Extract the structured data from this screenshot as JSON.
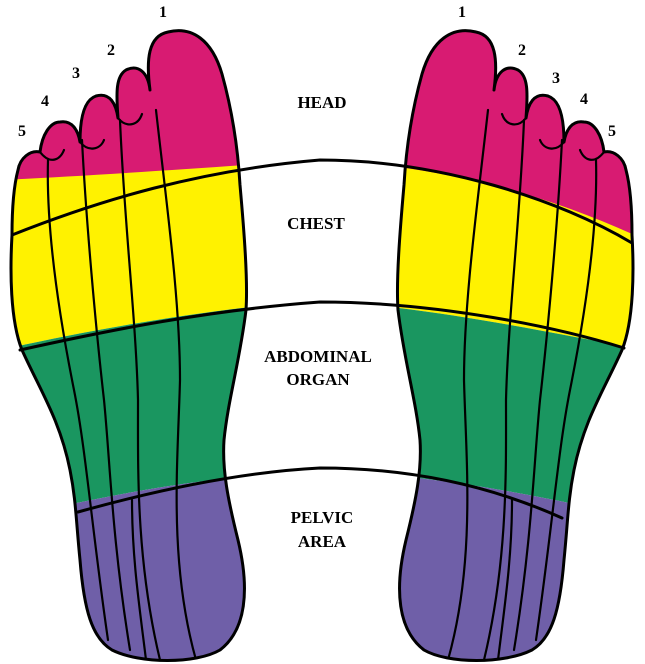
{
  "zones": {
    "head": "HEAD",
    "chest": "CHEST",
    "abdominal_line1": "ABDOMINAL",
    "abdominal_line2": "ORGAN",
    "pelvic_line1": "PELVIC",
    "pelvic_line2": "AREA"
  },
  "toes": {
    "left": [
      "1",
      "2",
      "3",
      "4",
      "5"
    ],
    "right": [
      "1",
      "2",
      "3",
      "4",
      "5"
    ]
  },
  "colors": {
    "head": "#d81b72",
    "chest": "#fff200",
    "abdominal": "#1a9660",
    "pelvic": "#6f5fa8",
    "outline": "#000000"
  }
}
